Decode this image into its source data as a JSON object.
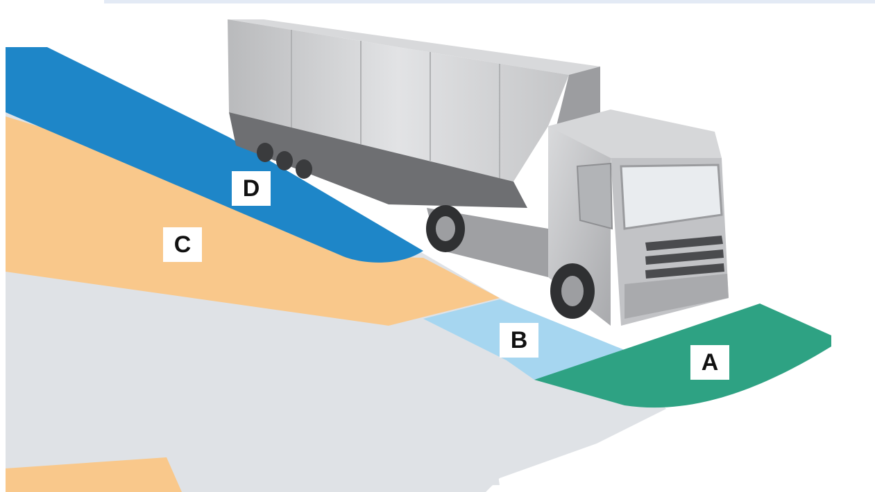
{
  "colors": {
    "zone_a": "#2ea283",
    "zone_b": "#a6d6f0",
    "zone_c": "#f9c88b",
    "zone_d": "#1e86c8",
    "ground": "#dfe2e6",
    "truck_body": "#c8c9cb"
  },
  "zones": [
    {
      "id": "a",
      "label": "A"
    },
    {
      "id": "b",
      "label": "B"
    },
    {
      "id": "c",
      "label": "C"
    },
    {
      "id": "d",
      "label": "D"
    }
  ]
}
